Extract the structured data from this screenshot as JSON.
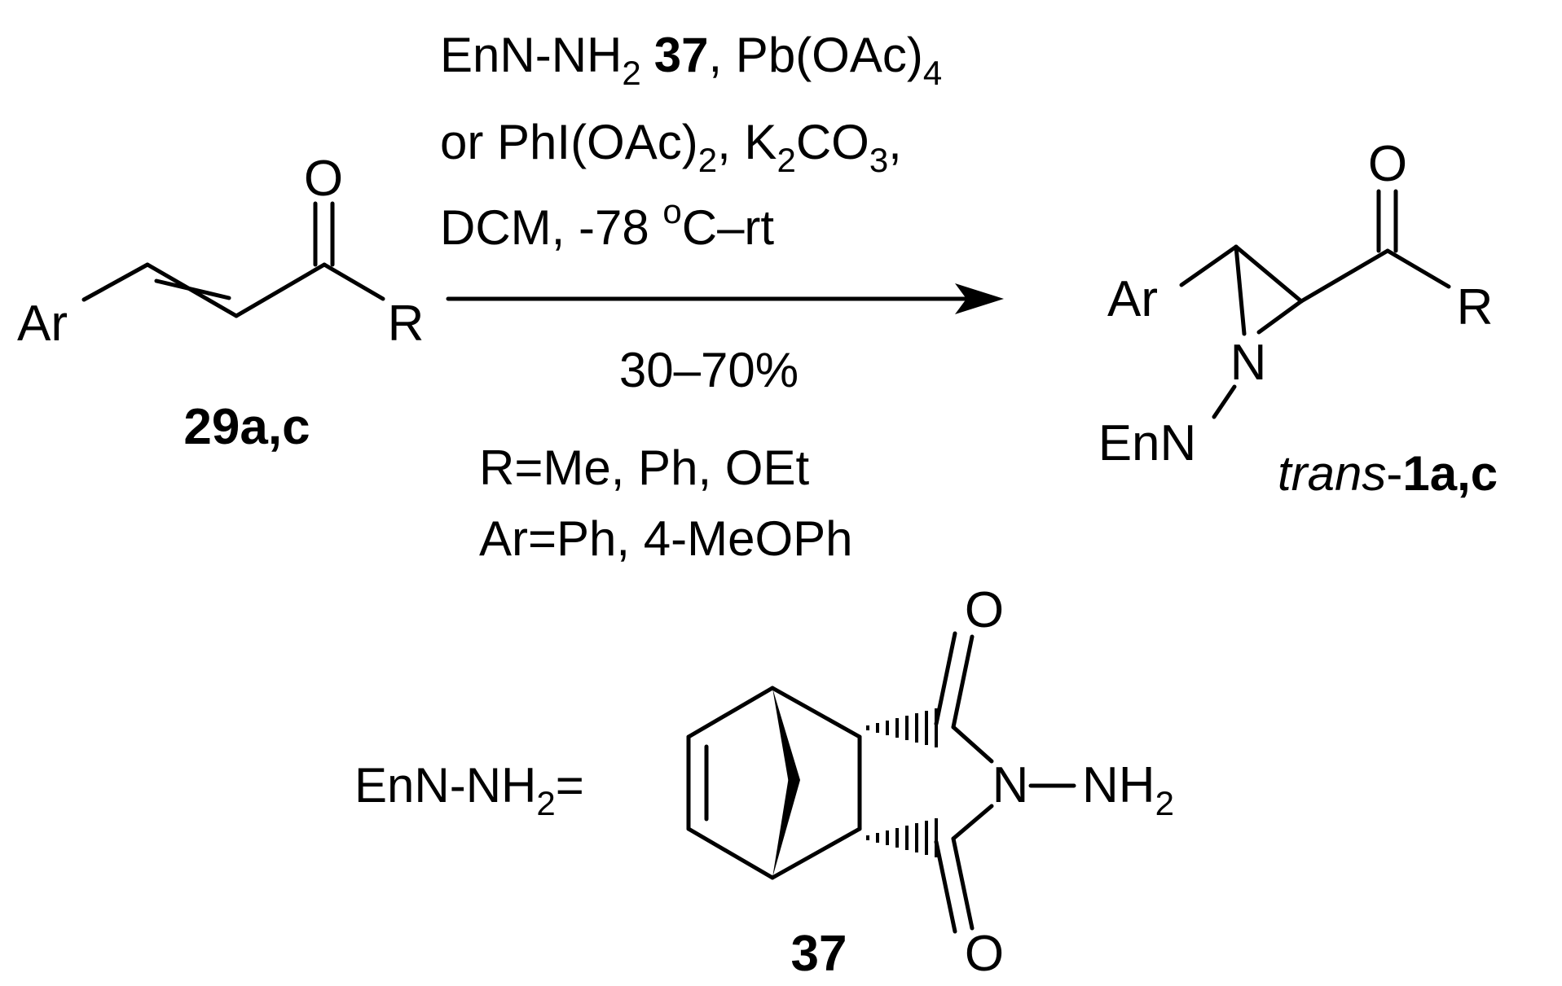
{
  "reactant": {
    "atoms": {
      "oxygen": "O",
      "aryl": "Ar",
      "r_group": "R"
    },
    "label": "29a,c"
  },
  "conditions": {
    "line1": {
      "reagent": "EnN-NH",
      "sub2": "2",
      "compound": "37",
      "oxidant": ", Pb(OAc)",
      "sub4": "4"
    },
    "line2": {
      "text1": "or PhI(OAc)",
      "sub2": "2",
      "text2": ", K",
      "sub2b": "2",
      "text3": "CO",
      "sub3": "3",
      "text4": ","
    },
    "line3": {
      "text1": "DCM, -78 ",
      "sup": "o",
      "text2": "C–rt"
    },
    "yield": "30–70%",
    "scope_r": "R=Me, Ph, OEt",
    "scope_ar": "Ar=Ph, 4-MeOPh"
  },
  "product": {
    "atoms": {
      "oxygen": "O",
      "aryl": "Ar",
      "nitrogen": "N",
      "r_group": "R",
      "enn": "EnN"
    },
    "label_italic": "trans",
    "label_dash": "-",
    "label_bold": "1a,c"
  },
  "reagent_37": {
    "definition": {
      "lhs": "EnN-NH",
      "sub2": "2",
      "eq": "="
    },
    "atoms": {
      "oxygen_top": "O",
      "oxygen_bottom": "O",
      "nitrogen": "N",
      "nh2": "NH",
      "nh2_sub": "2"
    },
    "label": "37"
  }
}
